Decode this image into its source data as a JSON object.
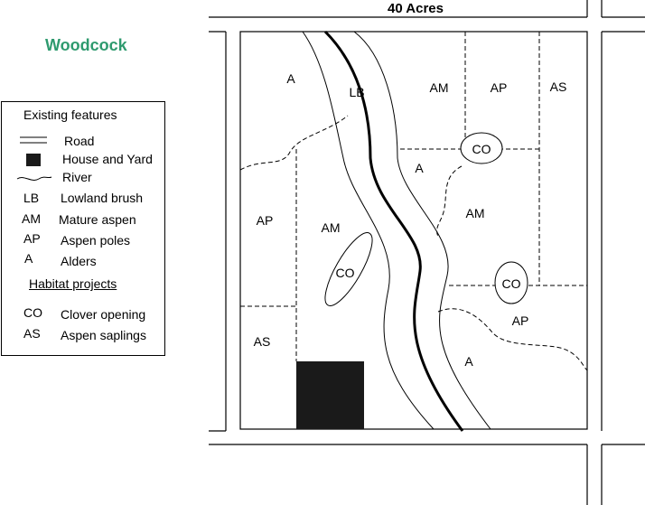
{
  "title": "Woodcock",
  "top_label": "40 Acres",
  "colors": {
    "title": "#2e9a6e",
    "house": "#1a1a1a",
    "lines": "#000000"
  },
  "legend": {
    "heading": "Existing features",
    "road": "Road",
    "house": "House and Yard",
    "river": "River",
    "items": [
      {
        "code": "LB",
        "name": "Lowland brush"
      },
      {
        "code": "AM",
        "name": "Mature aspen"
      },
      {
        "code": "AP",
        "name": "Aspen poles"
      },
      {
        "code": "A",
        "name": "Alders"
      }
    ],
    "projects_heading": "Habitat projects",
    "projects": [
      {
        "code": "CO",
        "name": "Clover opening"
      },
      {
        "code": "AS",
        "name": "Aspen saplings"
      }
    ]
  },
  "map_labels": [
    "A",
    "LB",
    "AM",
    "AP",
    "AS",
    "CO",
    "A",
    "AM",
    "AP",
    "AM",
    "CO",
    "CO",
    "AP",
    "AS",
    "A"
  ]
}
